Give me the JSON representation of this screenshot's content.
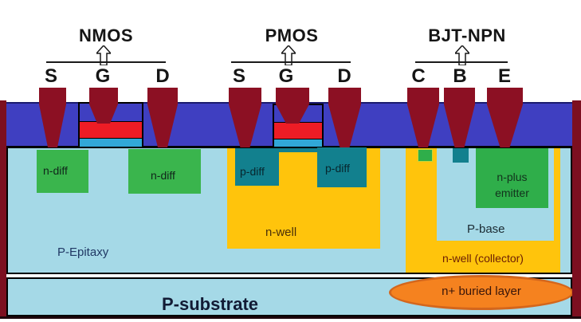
{
  "header": {
    "nmos": {
      "title": "NMOS",
      "terminals": {
        "s": "S",
        "g": "G",
        "d": "D"
      }
    },
    "pmos": {
      "title": "PMOS",
      "terminals": {
        "s": "S",
        "g": "G",
        "d": "D"
      }
    },
    "bjt": {
      "title": "BJT-NPN",
      "terminals": {
        "c": "C",
        "b": "B",
        "e": "E"
      }
    }
  },
  "regions": {
    "ndiff1": "n-diff",
    "ndiff2": "n-diff",
    "pdiff1": "p-diff",
    "pdiff2": "p-diff",
    "nwell_pmos": "n-well",
    "p_epitaxy": "P-Epitaxy",
    "p_base": "P-base",
    "n_plus_emitter": "n-plus emitter",
    "nwell_collector": "n-well (collector)",
    "n_buried_layer": "n+ buried layer",
    "p_substrate": "P-substrate"
  },
  "colors": {
    "oxide": "#3f3fc1",
    "contact": "#8c1023",
    "gate": "#ee1c25",
    "gateox": "#31a8d8",
    "epi": "#a5d9e7",
    "ndiff": "#3ab54d",
    "pdiff": "#12808e",
    "nwell": "#ffc40c",
    "emit": "#2fae4a",
    "buried": "#f5821f",
    "frame": "#7c0f20"
  }
}
